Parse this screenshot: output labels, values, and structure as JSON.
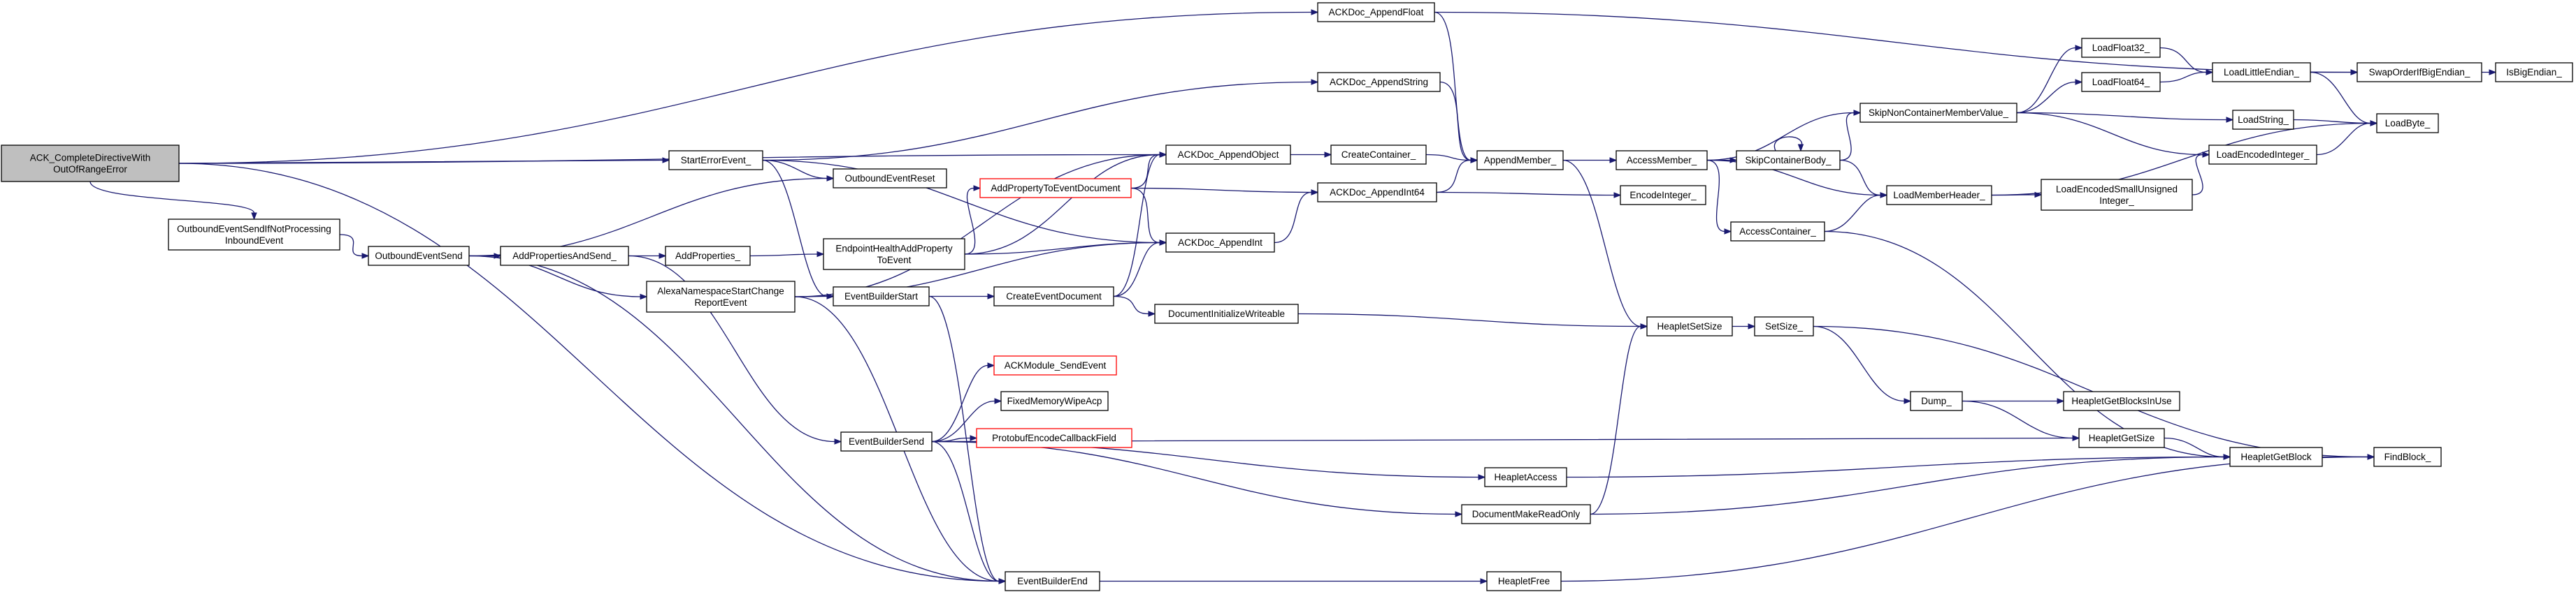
{
  "colors": {
    "edge": "#191970",
    "node_border": "#000000",
    "incomplete_border": "#ff0000",
    "root_fill": "#bfbfbf"
  },
  "nodes": [
    {
      "id": "n_ack_complete",
      "lines": [
        "ACK_CompleteDirectiveWith",
        "OutOfRangeError"
      ],
      "root": true
    },
    {
      "id": "n_outbound_send_if",
      "lines": [
        "OutboundEventSendIfNotProcessing",
        "InboundEvent"
      ]
    },
    {
      "id": "n_outbound_send",
      "lines": [
        "OutboundEventSend"
      ]
    },
    {
      "id": "n_start_error",
      "lines": [
        "StartErrorEvent_"
      ]
    },
    {
      "id": "n_outbound_reset",
      "lines": [
        "OutboundEventReset"
      ]
    },
    {
      "id": "n_add_props_send",
      "lines": [
        "AddPropertiesAndSend_"
      ]
    },
    {
      "id": "n_add_props",
      "lines": [
        "AddProperties_"
      ]
    },
    {
      "id": "n_endpoint_health",
      "lines": [
        "EndpointHealthAddProperty",
        "ToEvent"
      ]
    },
    {
      "id": "n_add_prop_doc",
      "lines": [
        "AddPropertyToEventDocument"
      ],
      "red": true
    },
    {
      "id": "n_alexa_ns",
      "lines": [
        "AlexaNamespaceStartChange",
        "ReportEvent"
      ]
    },
    {
      "id": "n_eb_start",
      "lines": [
        "EventBuilderStart"
      ]
    },
    {
      "id": "n_create_event_doc",
      "lines": [
        "CreateEventDocument"
      ]
    },
    {
      "id": "n_doc_init",
      "lines": [
        "DocumentInitializeWriteable"
      ]
    },
    {
      "id": "n_eb_send",
      "lines": [
        "EventBuilderSend"
      ]
    },
    {
      "id": "n_ackmod_send",
      "lines": [
        "ACKModule_SendEvent"
      ],
      "red": true
    },
    {
      "id": "n_fixed_mem",
      "lines": [
        "FixedMemoryWipeAcp"
      ]
    },
    {
      "id": "n_protobuf",
      "lines": [
        "ProtobufEncodeCallbackField"
      ],
      "red": true
    },
    {
      "id": "n_eb_end",
      "lines": [
        "EventBuilderEnd"
      ]
    },
    {
      "id": "n_append_float",
      "lines": [
        "ACKDoc_AppendFloat"
      ]
    },
    {
      "id": "n_append_string",
      "lines": [
        "ACKDoc_AppendString"
      ]
    },
    {
      "id": "n_append_object",
      "lines": [
        "ACKDoc_AppendObject"
      ]
    },
    {
      "id": "n_append_int64",
      "lines": [
        "ACKDoc_AppendInt64"
      ]
    },
    {
      "id": "n_append_int",
      "lines": [
        "ACKDoc_AppendInt"
      ]
    },
    {
      "id": "n_create_container",
      "lines": [
        "CreateContainer_"
      ]
    },
    {
      "id": "n_append_member",
      "lines": [
        "AppendMember_"
      ]
    },
    {
      "id": "n_encode_integer",
      "lines": [
        "EncodeInteger_"
      ]
    },
    {
      "id": "n_access_member",
      "lines": [
        "AccessMember_"
      ]
    },
    {
      "id": "n_access_container",
      "lines": [
        "AccessContainer_"
      ]
    },
    {
      "id": "n_skip_noncontainer",
      "lines": [
        "SkipNonContainerMemberValue_"
      ]
    },
    {
      "id": "n_skip_container",
      "lines": [
        "SkipContainerBody_"
      ]
    },
    {
      "id": "n_load_member_header",
      "lines": [
        "LoadMemberHeader_"
      ]
    },
    {
      "id": "n_load_float32",
      "lines": [
        "LoadFloat32_"
      ]
    },
    {
      "id": "n_load_float64",
      "lines": [
        "LoadFloat64_"
      ]
    },
    {
      "id": "n_load_little",
      "lines": [
        "LoadLittleEndian_"
      ]
    },
    {
      "id": "n_swap_order",
      "lines": [
        "SwapOrderIfBigEndian_"
      ]
    },
    {
      "id": "n_is_big",
      "lines": [
        "IsBigEndian_"
      ]
    },
    {
      "id": "n_load_string",
      "lines": [
        "LoadString_"
      ]
    },
    {
      "id": "n_load_byte",
      "lines": [
        "LoadByte_"
      ]
    },
    {
      "id": "n_load_encoded_int",
      "lines": [
        "LoadEncodedInteger_"
      ]
    },
    {
      "id": "n_load_encoded_small",
      "lines": [
        "LoadEncodedSmallUnsigned",
        "Integer_"
      ]
    },
    {
      "id": "n_heaplet_set_size",
      "lines": [
        "HeapletSetSize"
      ]
    },
    {
      "id": "n_set_size",
      "lines": [
        "SetSize_"
      ]
    },
    {
      "id": "n_dump",
      "lines": [
        "Dump_"
      ]
    },
    {
      "id": "n_heaplet_blocks",
      "lines": [
        "HeapletGetBlocksInUse"
      ]
    },
    {
      "id": "n_heaplet_get_size",
      "lines": [
        "HeapletGetSize"
      ]
    },
    {
      "id": "n_heaplet_get_block",
      "lines": [
        "HeapletGetBlock"
      ]
    },
    {
      "id": "n_find_block",
      "lines": [
        "FindBlock_"
      ]
    },
    {
      "id": "n_heaplet_access",
      "lines": [
        "HeapletAccess"
      ]
    },
    {
      "id": "n_doc_make_ro",
      "lines": [
        "DocumentMakeReadOnly"
      ]
    },
    {
      "id": "n_heaplet_free",
      "lines": [
        "HeapletFree"
      ]
    }
  ]
}
